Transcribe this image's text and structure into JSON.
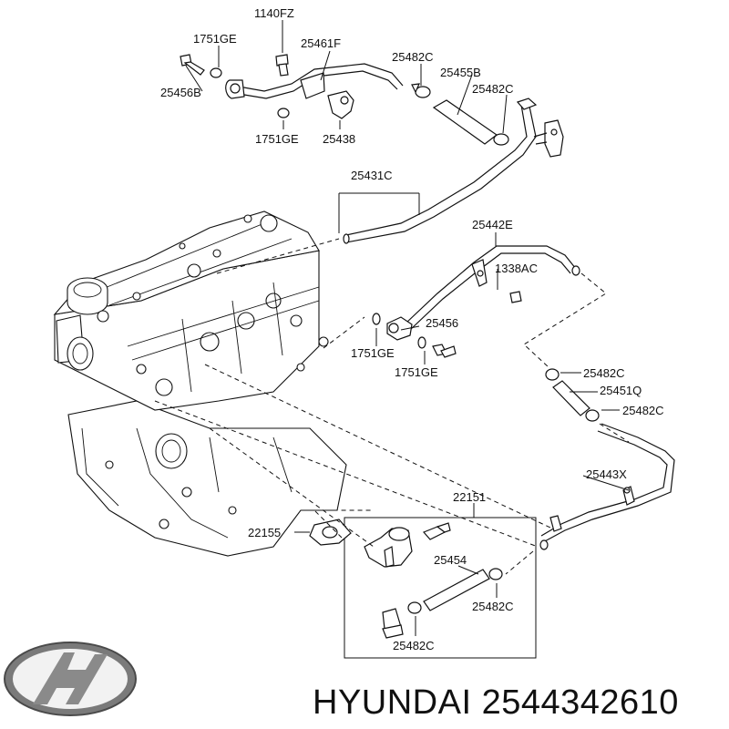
{
  "labels": {
    "l1140FZ": "1140FZ",
    "l1751GE_a": "1751GE",
    "l25461F": "25461F",
    "l25456B": "25456B",
    "l25482C_a": "25482C",
    "l25455B": "25455B",
    "l25482C_b": "25482C",
    "l1751GE_b": "1751GE",
    "l25438": "25438",
    "l25431C": "25431C",
    "l25442E": "25442E",
    "l1338AC": "1338AC",
    "l25456": "25456",
    "l1751GE_c": "1751GE",
    "l1751GE_d": "1751GE",
    "l25482C_c": "25482C",
    "l25451Q": "25451Q",
    "l25482C_d": "25482C",
    "l25443X": "25443X",
    "l22151": "22151",
    "l22155": "22155",
    "l25454": "25454",
    "l25482C_e": "25482C",
    "l25482C_f": "25482C"
  },
  "brand": {
    "logo_icon": "hyundai-logo",
    "caption": "HYUNDAI 2544342610"
  }
}
